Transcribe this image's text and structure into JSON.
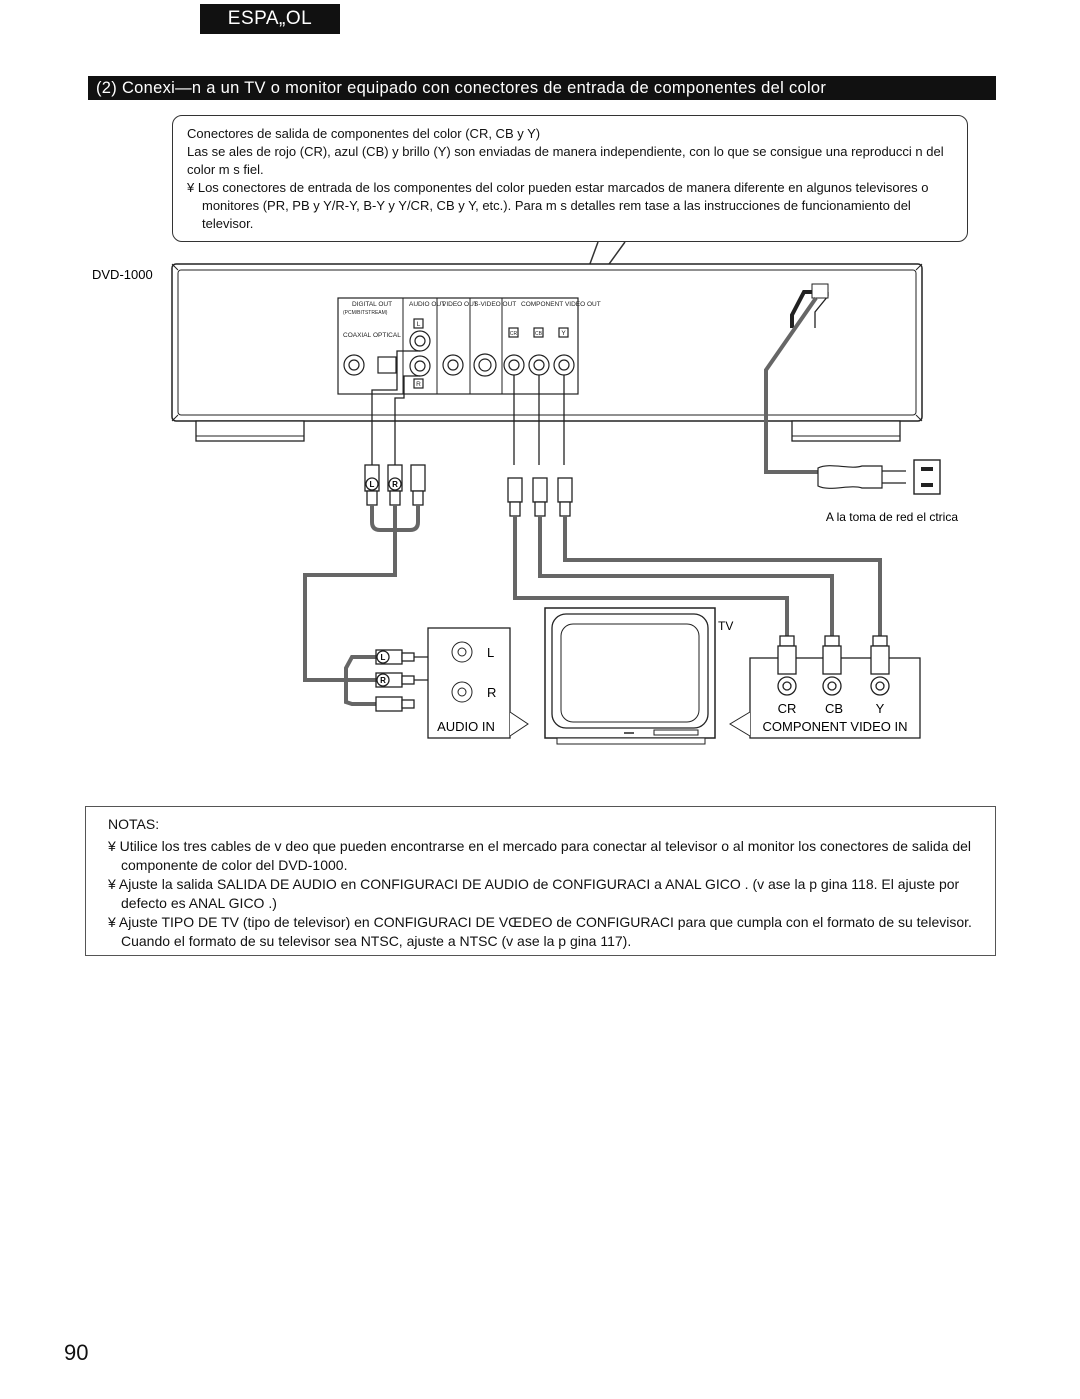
{
  "header": {
    "language_tab": "ESPA„OL",
    "section_title": "(2) Conexi—n a un TV o monitor equipado con conectores de entrada de componentes del color"
  },
  "callout": {
    "heading": "Conectores de salida de componentes del color (CR, CB y Y)",
    "body": "Las se ales de rojo (CR), azul (CB) y brillo (Y) son enviadas de manera independiente, con lo que se consigue una reproducci n del color m s fiel.",
    "bullet": "¥ Los conectores de entrada de los componentes del color pueden estar marcados de manera diferente en algunos televisores o monitores (PR, PB y Y/R-Y, B-Y y Y/CR, CB y Y, etc.). Para m s detalles rem tase a las instrucciones de funcionamiento del televisor."
  },
  "diagram": {
    "device_label": "DVD-1000",
    "panel": {
      "digital_out": "DIGITAL OUT",
      "pcm_bitstream": "(PCM/BITSTREAM)",
      "coaxial": "COAXIAL",
      "optical": "OPTICAL",
      "audio_out": "AUDIO OUT",
      "video_out": "VIDEO OUT",
      "s_video_out": "S-VIDEO OUT",
      "component_video_out": "COMPONENT VIDEO OUT",
      "jack_l": "L",
      "jack_r": "R",
      "jack_cr": "CR",
      "jack_cb": "CB",
      "jack_y": "Y"
    },
    "plug_l": "L",
    "plug_r": "R",
    "power_caption": "A la toma de red el ctrica",
    "tv_label": "TV",
    "audio_in_l": "L",
    "audio_in_r": "R",
    "audio_in_label": "AUDIO IN",
    "comp_cr": "CR",
    "comp_cb": "CB",
    "comp_y": "Y",
    "component_in_label": "COMPONENT VIDEO IN"
  },
  "notes": {
    "title": "NOTAS:",
    "items": [
      "¥ Utilice los tres cables de v deo que pueden encontrarse en el mercado para conectar al televisor o al monitor los conectores de salida del componente de color del DVD-1000.",
      "¥ Ajuste la salida SALIDA DE AUDIO en CONFIGURACI DE AUDIO de CONFIGURACI a ANAL GICO . (v ase la p gina 118. El ajuste por defecto es ANAL GICO .)",
      "¥ Ajuste TIPO DE TV (tipo de televisor) en CONFIGURACI DE VŒDEO de CONFIGURACI para que cumpla con el formato de su televisor. Cuando el formato de su televisor sea NTSC, ajuste a NTSC (v ase la p gina 117)."
    ]
  },
  "page_number": "90"
}
